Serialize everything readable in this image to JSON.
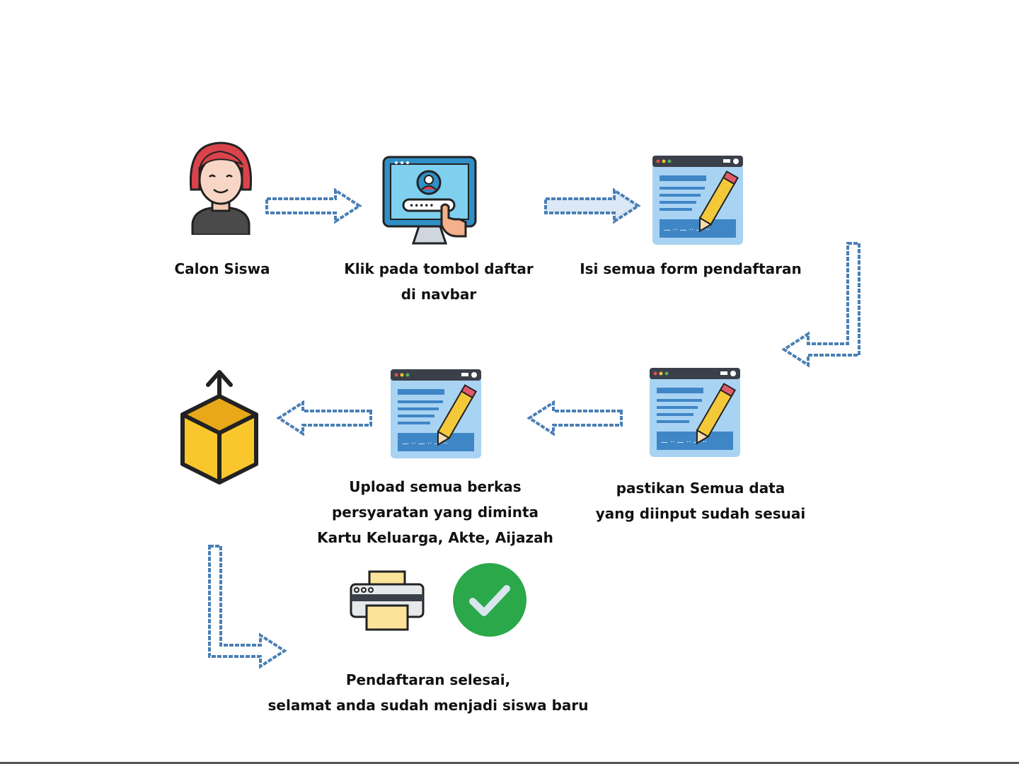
{
  "steps": {
    "calon_siswa": {
      "label": "Calon Siswa",
      "icon": "student-avatar-icon"
    },
    "klik_daftar": {
      "line1": "Klik pada tombol daftar",
      "line2": "di navbar",
      "icon": "monitor-login-icon"
    },
    "isi_form": {
      "label": "Isi semua form pendaftaran",
      "icon": "form-edit-icon"
    },
    "pastikan": {
      "line1": "pastikan Semua data",
      "line2": "yang diinput sudah sesuai",
      "icon": "form-edit-icon"
    },
    "upload": {
      "line1": "Upload semua berkas",
      "line2": "persyaratan yang diminta",
      "line3": "Kartu Keluarga, Akte, Aijazah",
      "icon": "form-edit-icon"
    },
    "upload_box": {
      "icon": "upload-box-icon"
    },
    "selesai": {
      "line1": "Pendaftaran selesai,",
      "line2": "selamat anda sudah menjadi siswa baru",
      "icons": [
        "printer-icon",
        "check-circle-icon"
      ]
    }
  },
  "colors": {
    "arrow_fill": "#ffffff",
    "arrow_stroke": "#4a7fb5",
    "form_bg": "#a9d3f2",
    "form_bar": "#3a3f4a",
    "form_line": "#3f86c6",
    "pencil": "#f3c93a",
    "box_yellow": "#f9c62c",
    "check_green": "#2aa84a",
    "hair_red": "#d9434b",
    "monitor_blue": "#2f8fc6"
  }
}
